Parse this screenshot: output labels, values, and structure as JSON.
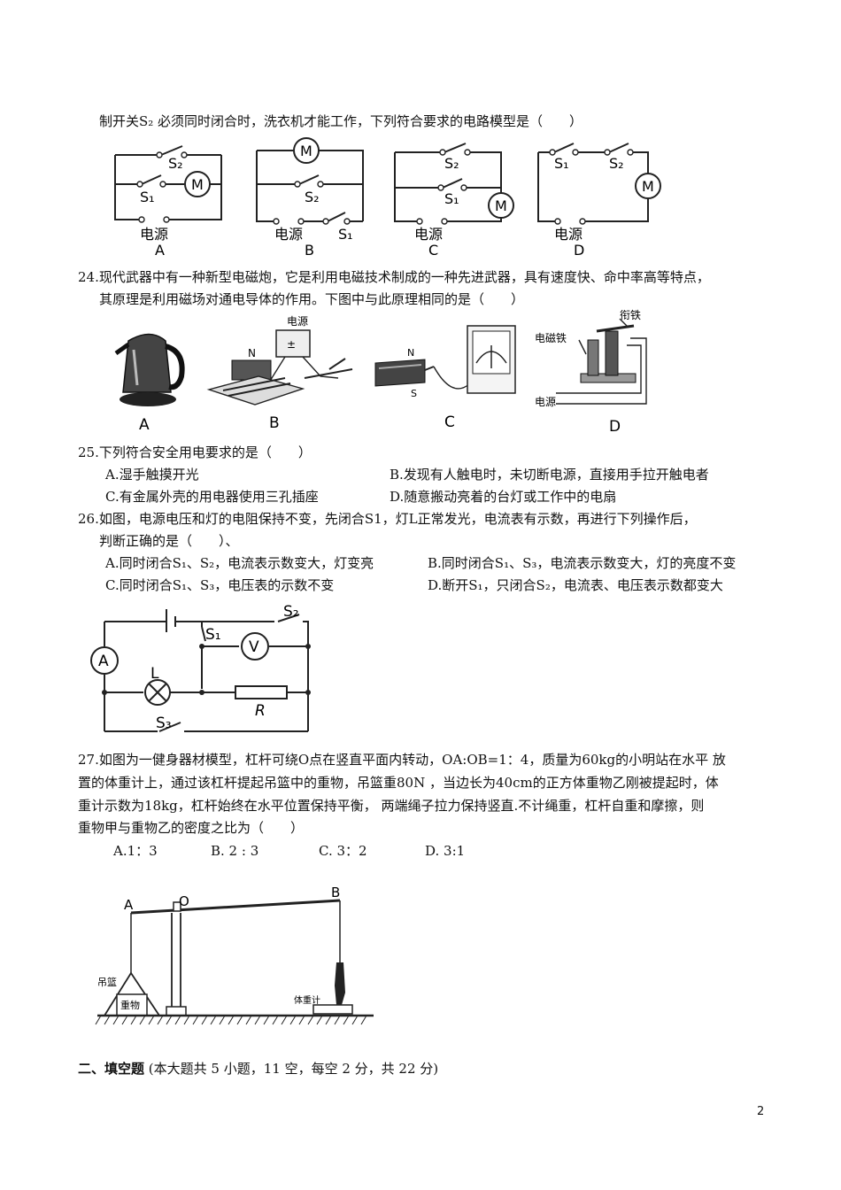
{
  "q23": {
    "stem_tail": "制开关S₂ 必须同时闭合时，洗衣机才能工作，下列符合要求的电路模型是（　　）",
    "circuits": [
      {
        "letter": "A",
        "source": "电源",
        "s1": "S₁",
        "s2": "S₂",
        "motor": "M"
      },
      {
        "letter": "B",
        "source": "电源",
        "s1": "S₁",
        "s2": "S₂",
        "motor": "M"
      },
      {
        "letter": "C",
        "source": "电源",
        "s1": "S₁",
        "s2": "S₂",
        "motor": "M"
      },
      {
        "letter": "D",
        "source": "电源",
        "s1": "S₁",
        "s2": "S₂",
        "motor": "M"
      }
    ]
  },
  "q24": {
    "line1": "24.现代武器中有一种新型电磁炮，它是利用电磁技术制成的一种先进武器，具有速度快、命中率高等特点，",
    "line2": "其原理是利用磁场对通电导体的作用。下图中与此原理相同的是（　　）",
    "labels": [
      "A",
      "B",
      "C",
      "D"
    ],
    "fig_b_power": "电源",
    "fig_b_n": "N",
    "fig_c_n": "N",
    "fig_c_s": "S",
    "fig_d_armature": "衔铁",
    "fig_d_magnet": "电磁铁",
    "fig_d_power": "电源"
  },
  "q25": {
    "stem": "25.下列符合安全用电要求的是（　　）",
    "options": {
      "A": "A.湿手触摸开光",
      "B": "B.发现有人触电时，未切断电源，直接用手拉开触电者",
      "C": "C.有金属外壳的用电器使用三孔插座",
      "D": "D.随意搬动亮着的台灯或工作中的电扇"
    }
  },
  "q26": {
    "line1": "26.如图，电源电压和灯的电阻保持不变，先闭合S1，灯L正常发光，电流表有示数，再进行下列操作后，",
    "line2": "判断正确的是（　　）、",
    "options": {
      "A": "A.同时闭合S₁、S₂，电流表示数变大，灯变亮",
      "B": "B.同时闭合S₁、S₃，电流表示数变大，灯的亮度不变",
      "C": "C.同时闭合S₁、S₃，电压表的示数不变",
      "D": "D.断开S₁，只闭合S₂，电流表、电压表示数都变大"
    },
    "circuit": {
      "ammeter": "A",
      "voltmeter": "V",
      "lamp": "L",
      "resistor": "R",
      "s1": "S₁",
      "s2": "S₂",
      "s3": "S₃"
    }
  },
  "q27": {
    "line1": "27.如图为一健身器材模型，杠杆可绕O点在竖直平面内转动，OA:OB=1：4，质量为60kg的小明站在水平 放",
    "line2": "置的体重计上，通过该杠杆提起吊篮中的重物，吊篮重80N ，当边长为40cm的正方体重物乙刚被提起时，体",
    "line3": "重计示数为18kg，杠杆始终在水平位置保持平衡， 两端绳子拉力保持竖直.不计绳重，杠杆自重和摩擦，则",
    "line4": "重物甲与重物乙的密度之比为（　　）",
    "options": {
      "A": "A.1：3",
      "B": "B. 2 : 3",
      "C": "C. 3：2",
      "D": "D. 3:1"
    },
    "figure": {
      "a": "A",
      "o": "O",
      "b": "B",
      "basket": "吊篮",
      "weight": "重物",
      "scale": "体重计"
    }
  },
  "section2": {
    "title": "二、填空题",
    "note": "(本大题共 5 小题，11 空，每空 2 分，共 22 分)"
  },
  "page_number": "2"
}
